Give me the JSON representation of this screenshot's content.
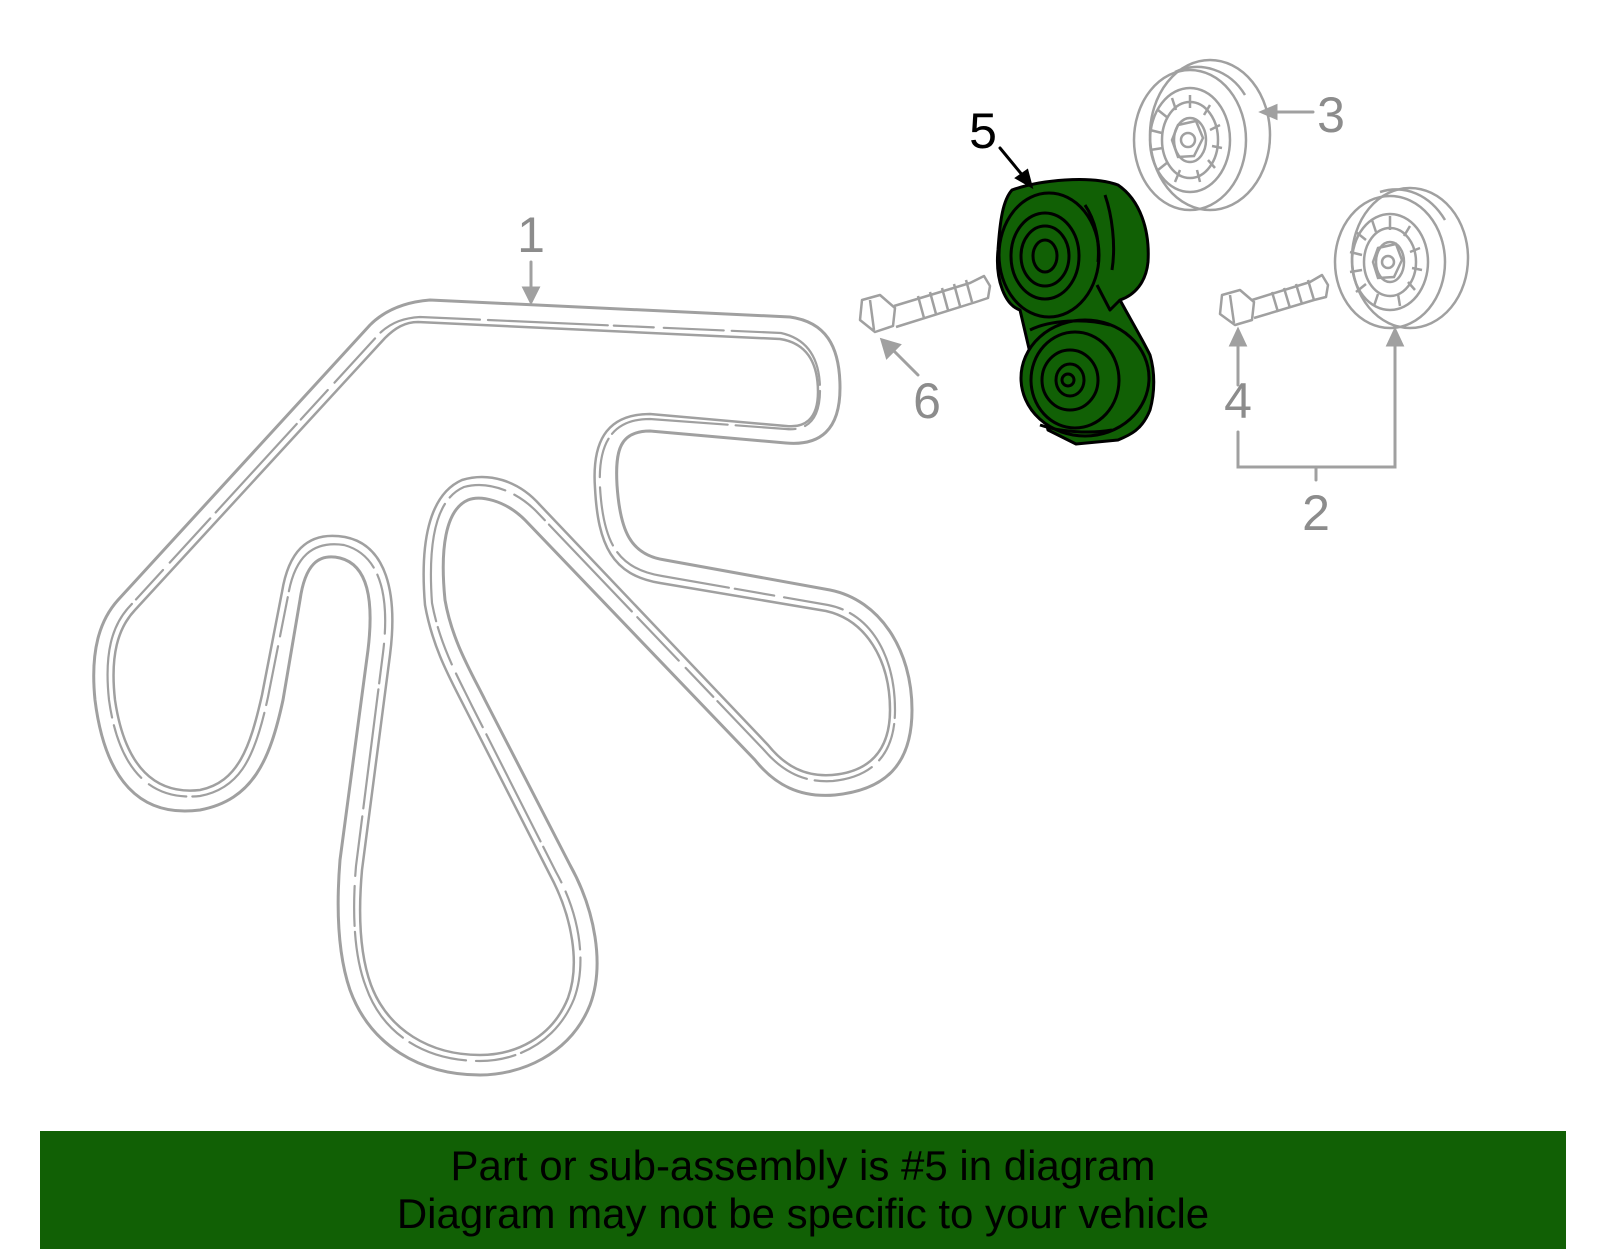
{
  "colors": {
    "highlight": "#116005",
    "line": "#a0a0a0",
    "callout_active": "#000000",
    "callout_inactive": "#8c8c8c"
  },
  "callouts": {
    "belt": "1",
    "pulley_kit": "2",
    "upper_idler": "3",
    "idler_bolt": "4",
    "tensioner": "5",
    "tensioner_bolt": "6"
  },
  "banner": {
    "line1": "Part or sub-assembly is #5 in diagram",
    "line2": "Diagram may not be specific to your vehicle"
  }
}
